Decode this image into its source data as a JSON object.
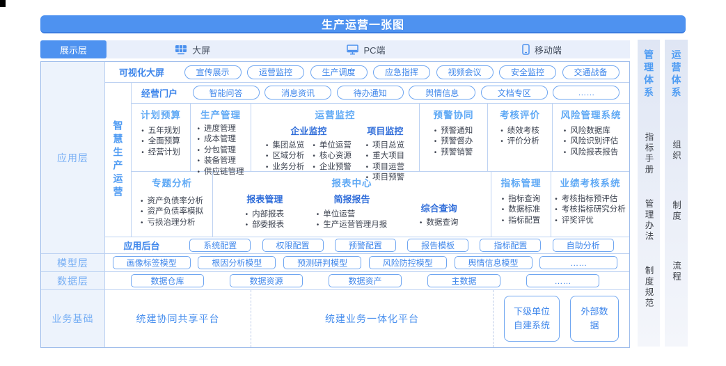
{
  "title": "生产运营一张图",
  "colors": {
    "accent": "#4E92F0",
    "button_border": "#6FA6F1",
    "button_text": "#3E86EB",
    "header_light_blue": "#5FA9F5",
    "header_dark_blue": "#2E6CD9",
    "bullet_text": "#3D4350"
  },
  "display_layer": {
    "label": "展示层",
    "devices": [
      {
        "icon": "big-screen-icon",
        "label": "大屏"
      },
      {
        "icon": "monitor-icon",
        "label": "PC端"
      },
      {
        "icon": "phone-icon",
        "label": "移动端"
      }
    ]
  },
  "app_layer": {
    "label": "应用层",
    "visual_row": {
      "label": "可视化大屏",
      "buttons": [
        "宣传展示",
        "运营监控",
        "生产调度",
        "应急指挥",
        "视频会议",
        "安全监控",
        "交通战备"
      ]
    },
    "smart_label": "智慧生产运营",
    "portal_row": {
      "label": "经营门户",
      "buttons": [
        "智能问答",
        "消息资讯",
        "待办通知",
        "舆情信息",
        "文档专区",
        "……"
      ]
    },
    "matrix_row1": [
      {
        "title": "计划预算",
        "items": [
          "五年规划",
          "全面预算",
          "经营计划"
        ]
      },
      {
        "title": "生产管理",
        "items": [
          "进度管理",
          "成本管理",
          "分包管理",
          "装备管理",
          "供应链管理"
        ]
      },
      {
        "title": "运营监控",
        "groups": [
          {
            "title": "企业监控",
            "cols": [
              [
                "集团总览",
                "区域分析",
                "业务分析"
              ],
              [
                "单位运营",
                "核心资源",
                "企业预警"
              ]
            ]
          },
          {
            "title": "项目监控",
            "items": [
              "项目总览",
              "重大项目",
              "项目运营",
              "项目预警"
            ]
          }
        ]
      },
      {
        "title": "预警协同",
        "items": [
          "预警通知",
          "预警督办",
          "预警销警"
        ]
      },
      {
        "title": "考核评价",
        "items": [
          "绩效考核",
          "评价分析"
        ]
      },
      {
        "title": "风险管理系统",
        "items": [
          "风险数据库",
          "风险识别评估",
          "风险报表报告"
        ]
      }
    ],
    "matrix_row2": [
      {
        "title": "专题分析",
        "items": [
          "资产负债率分析",
          "资产负债率模拟",
          "亏损治理分析"
        ]
      },
      {
        "title": "报表中心",
        "groups": [
          {
            "title": "报表管理",
            "items": [
              "内部报表",
              "部委报表"
            ]
          },
          {
            "title": "简报报告",
            "items": [
              "单位运营",
              "生产运营管理月报"
            ]
          },
          {
            "title": "综合查询",
            "items": [
              "数据查询"
            ]
          }
        ]
      },
      {
        "title": "指标管理",
        "items": [
          "指标查询",
          "数据标准",
          "指标配置"
        ]
      },
      {
        "title": "业绩考核系统",
        "items": [
          "考核指标预评估",
          "考核指标研究分析",
          "评奖评优"
        ]
      }
    ],
    "backend_row": {
      "label": "应用后台",
      "buttons": [
        "系统配置",
        "权限配置",
        "预警配置",
        "报告模板",
        "指标配置",
        "自助分析"
      ]
    }
  },
  "model_layer": {
    "label": "模型层",
    "buttons": [
      "画像标签模型",
      "根因分析模型",
      "预测研判模型",
      "风险防控模型",
      "舆情信息模型",
      "……"
    ]
  },
  "data_layer": {
    "label": "数据层",
    "buttons": [
      "数据仓库",
      "数据资源",
      "数据资产",
      "主数据",
      "……"
    ]
  },
  "business_layer": {
    "label": "业务基础",
    "platforms": [
      "统建协同共享平台",
      "统建业务一体化平台"
    ],
    "boxes": [
      "下级单位\n自建系统",
      "外部数据"
    ]
  },
  "right_panels": [
    {
      "title": "管理体系",
      "items": [
        "指标手册",
        "管理办法",
        "制度规范"
      ]
    },
    {
      "title": "运营体系",
      "items": [
        "组织",
        "制度",
        "流程"
      ]
    }
  ]
}
